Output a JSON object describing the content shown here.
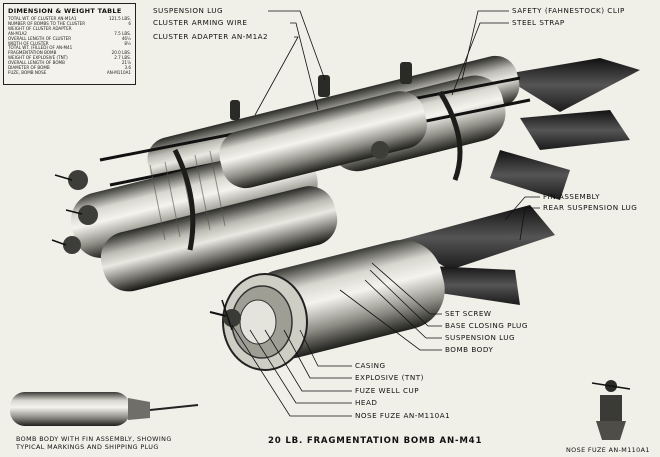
{
  "table": {
    "title": "DIMENSION & WEIGHT TABLE",
    "rows": [
      {
        "label": "TOTAL WT. OF CLUSTER AN-M1A1",
        "value": "121.5 LBS."
      },
      {
        "label": "NUMBER OF BOMBS TO THE CLUSTER",
        "value": "6"
      },
      {
        "label": "WEIGHT OF CLUSTER ADAPTER",
        "value": ""
      },
      {
        "label": "AN-M1A2",
        "value": "7.5 LBS."
      },
      {
        "label": "OVERALL LENGTH OF CLUSTER",
        "value": "46½"
      },
      {
        "label": "WIDTH OF CLUSTER",
        "value": "8½"
      },
      {
        "label": "TOTAL WT. (FILLED) OF AN-M41",
        "value": ""
      },
      {
        "label": "FRAGMENTATION BOMB",
        "value": "20.0 LBS."
      },
      {
        "label": "WEIGHT OF EXPLOSIVE (TNT)",
        "value": "2.7 LBS."
      },
      {
        "label": "OVERALL LENGTH OF BOMB",
        "value": "21⅞"
      },
      {
        "label": "DIAMETER OF BOMB",
        "value": "3.6"
      },
      {
        "label": "FUZE, BOMB NOSE",
        "value": "AN-M110A1"
      }
    ]
  },
  "labels_top_left": [
    "SUSPENSION LUG",
    "CLUSTER ARMING WIRE",
    "CLUSTER ADAPTER AN-M1A2"
  ],
  "labels_top_right": [
    "SAFETY (FAHNESTOCK) CLIP",
    "STEEL STRAP"
  ],
  "labels_right_upper": [
    "FIN ASSEMBLY",
    "REAR SUSPENSION LUG"
  ],
  "labels_right_mid": [
    "SET SCREW",
    "BASE CLOSING PLUG",
    "SUSPENSION LUG",
    "BOMB BODY"
  ],
  "labels_lower": [
    "CASING",
    "EXPLOSIVE (TNT)",
    "FUZE WELL CUP",
    "HEAD",
    "NOSE FUZE AN-M110A1"
  ],
  "title": "20 LB. FRAGMENTATION BOMB AN-M41",
  "caption_left": [
    "BOMB BODY WITH FIN ASSEMBLY, SHOWING",
    "TYPICAL MARKINGS AND SHIPPING PLUG"
  ],
  "caption_right": "NOSE FUZE AN-M110A1"
}
